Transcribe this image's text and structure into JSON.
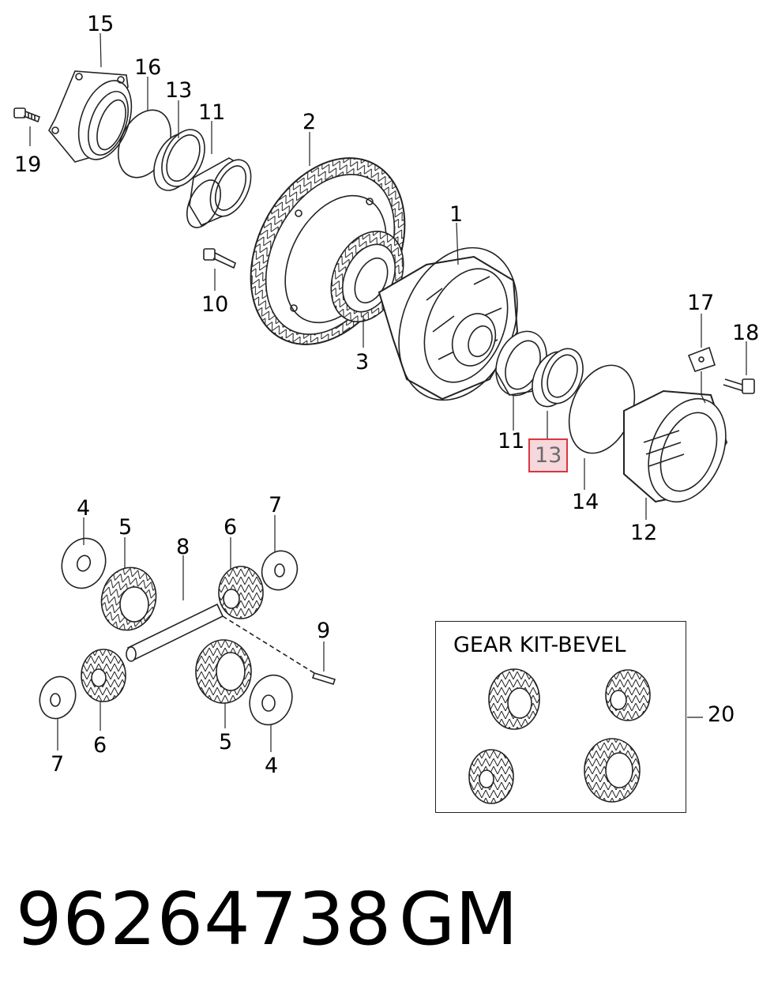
{
  "callouts": {
    "c15": "15",
    "c16": "16",
    "c13a": "13",
    "c11a": "11",
    "c19": "19",
    "c2": "2",
    "c1": "1",
    "c10": "10",
    "c3": "3",
    "c17": "17",
    "c18": "18",
    "c11b": "11",
    "c13b": "13",
    "c14": "14",
    "c12": "12",
    "c4a": "4",
    "c5a": "5",
    "c8": "8",
    "c6a": "6",
    "c7a": "7",
    "c9": "9",
    "c6b": "6",
    "c7b": "7",
    "c5b": "5",
    "c4b": "4",
    "c20": "20"
  },
  "kit": {
    "title": "GEAR KIT-BEVEL"
  },
  "footer": {
    "part_number": "96264738",
    "brand": "GM"
  },
  "colors": {
    "line": "#222222",
    "highlight_border": "#d9363e",
    "highlight_fill": "#f6d7dc"
  }
}
